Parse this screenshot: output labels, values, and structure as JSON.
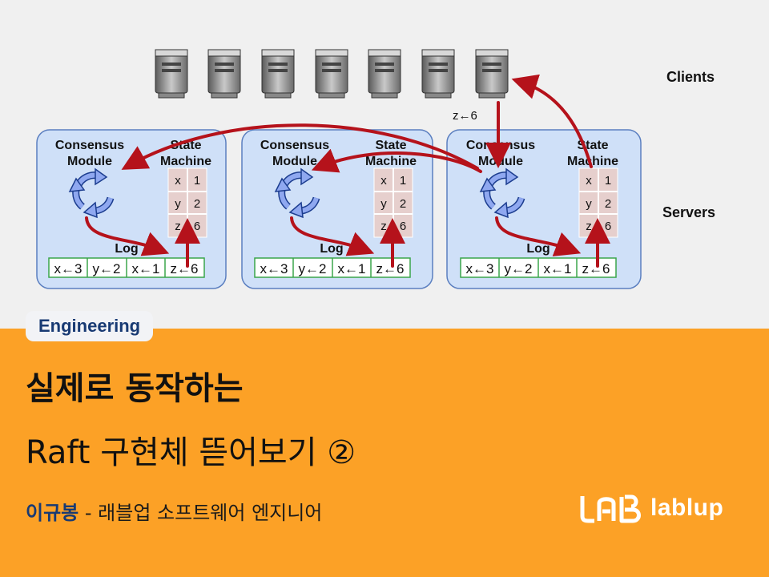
{
  "diagram": {
    "clients_label": "Clients",
    "servers_label": "Servers",
    "request_label": "z←6",
    "servers": [
      {
        "consensus_line1": "Consensus",
        "consensus_line2": "Module",
        "state_line1": "State",
        "state_line2": "Machine",
        "state_rows": [
          [
            "x",
            "1"
          ],
          [
            "y",
            "2"
          ],
          [
            "z",
            "6"
          ]
        ],
        "log_label": "Log",
        "log_entries": [
          "x←3",
          "y←2",
          "x←1",
          "z←6"
        ]
      },
      {
        "consensus_line1": "Consensus",
        "consensus_line2": "Module",
        "state_line1": "State",
        "state_line2": "Machine",
        "state_rows": [
          [
            "x",
            "1"
          ],
          [
            "y",
            "2"
          ],
          [
            "z",
            "6"
          ]
        ],
        "log_label": "Log",
        "log_entries": [
          "x←3",
          "y←2",
          "x←1",
          "z←6"
        ]
      },
      {
        "consensus_line1": "Consensus",
        "consensus_line2": "Module",
        "state_line1": "State",
        "state_line2": "Machine",
        "state_rows": [
          [
            "x",
            "1"
          ],
          [
            "y",
            "2"
          ],
          [
            "z",
            "6"
          ]
        ],
        "log_label": "Log",
        "log_entries": [
          "x←3",
          "y←2",
          "x←1",
          "z←6"
        ]
      }
    ],
    "client_count": 7,
    "colors": {
      "server_box": "#cfe0f8",
      "arrow": "#b5121b",
      "log_border": "#3aa64a",
      "state_cell": "#e6cfcd"
    }
  },
  "banner": {
    "tag": "Engineering",
    "title_line1": "실제로 동작하는",
    "title_line2": "Raft 구현체 뜯어보기 ②",
    "author_name": "이규봉",
    "author_role": " - 래블업 소프트웨어 엔지니어",
    "logo_text": "lablup",
    "colors": {
      "background": "#fca126",
      "tag_text": "#183a73",
      "author": "#183a73"
    }
  }
}
